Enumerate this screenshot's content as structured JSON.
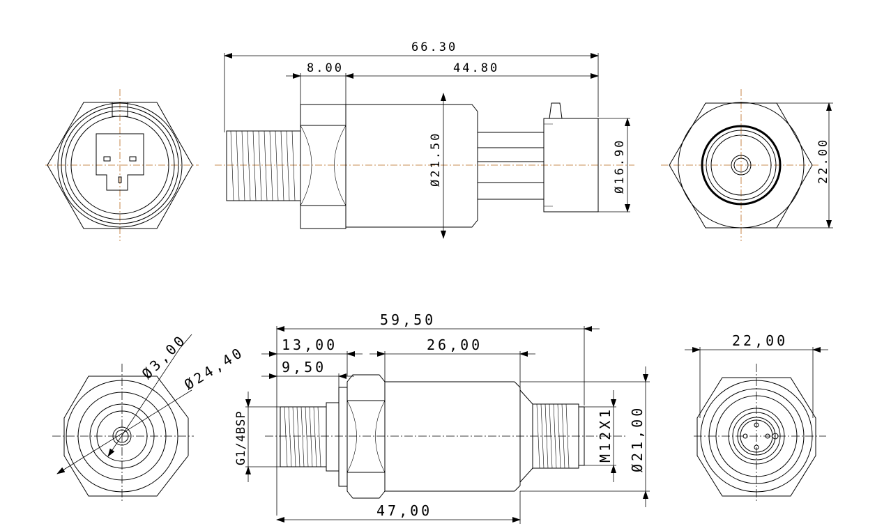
{
  "top_dims": {
    "overall": "66.30",
    "flat": "8.00",
    "body": "44.80",
    "dia_body": "Ø21.50",
    "dia_conn": "Ø16.90",
    "hex": "22.00"
  },
  "bottom_dims": {
    "overall": "59,50",
    "a": "13,00",
    "b": "26,00",
    "c": "9,50",
    "base": "47,00",
    "thread_in": "G1/4BSP",
    "thread_out": "M12X1",
    "dia_body": "Ø21,00",
    "hole": "Ø3,00",
    "dia_hex": "Ø24,40",
    "hex": "22,00"
  },
  "colors": {
    "centerline": "#b9671b",
    "line": "#000000"
  }
}
